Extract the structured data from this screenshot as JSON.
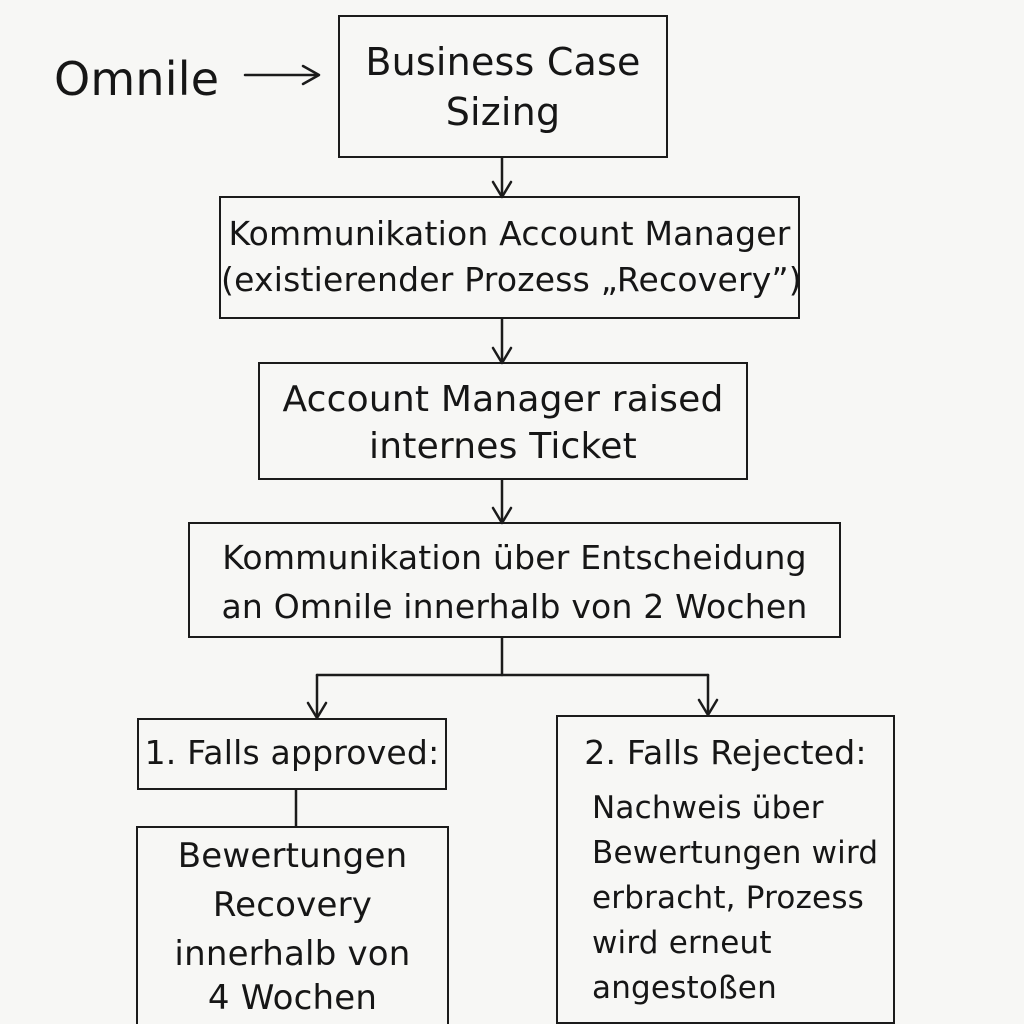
{
  "diagram": {
    "start_label": "Omnile",
    "nodes": {
      "business_case": {
        "lines": [
          "Business Case",
          "Sizing"
        ]
      },
      "communication_am": {
        "lines": [
          "Kommunikation Account Manager",
          "(existierender Prozess „Recovery”)"
        ]
      },
      "ticket": {
        "lines": [
          "Account Manager raised",
          "internes Ticket"
        ]
      },
      "decision": {
        "lines": [
          "Kommunikation über Entscheidung",
          "an Omnile innerhalb von 2 Wochen"
        ]
      },
      "approved_header": {
        "lines": [
          "1. Falls approved:"
        ]
      },
      "approved_body": {
        "lines": [
          "Bewertungen",
          "Recovery",
          "innerhalb von",
          "4 Wochen"
        ]
      },
      "rejected": {
        "title": "2. Falls Rejected:",
        "lines": [
          "Nachweis über",
          "Bewertungen wird",
          "erbracht, Prozess",
          "wird erneut",
          "angestoßen"
        ]
      }
    }
  }
}
